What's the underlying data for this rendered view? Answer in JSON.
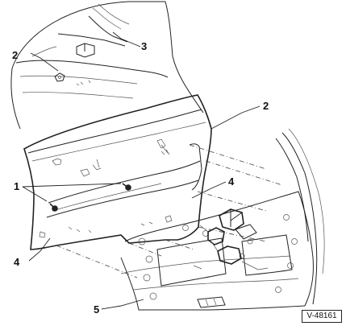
{
  "callouts": {
    "c1": "1",
    "c2a": "2",
    "c2b": "2",
    "c3": "3",
    "c4a": "4",
    "c4b": "4",
    "c5": "5"
  },
  "figure_ref": "V-48161"
}
